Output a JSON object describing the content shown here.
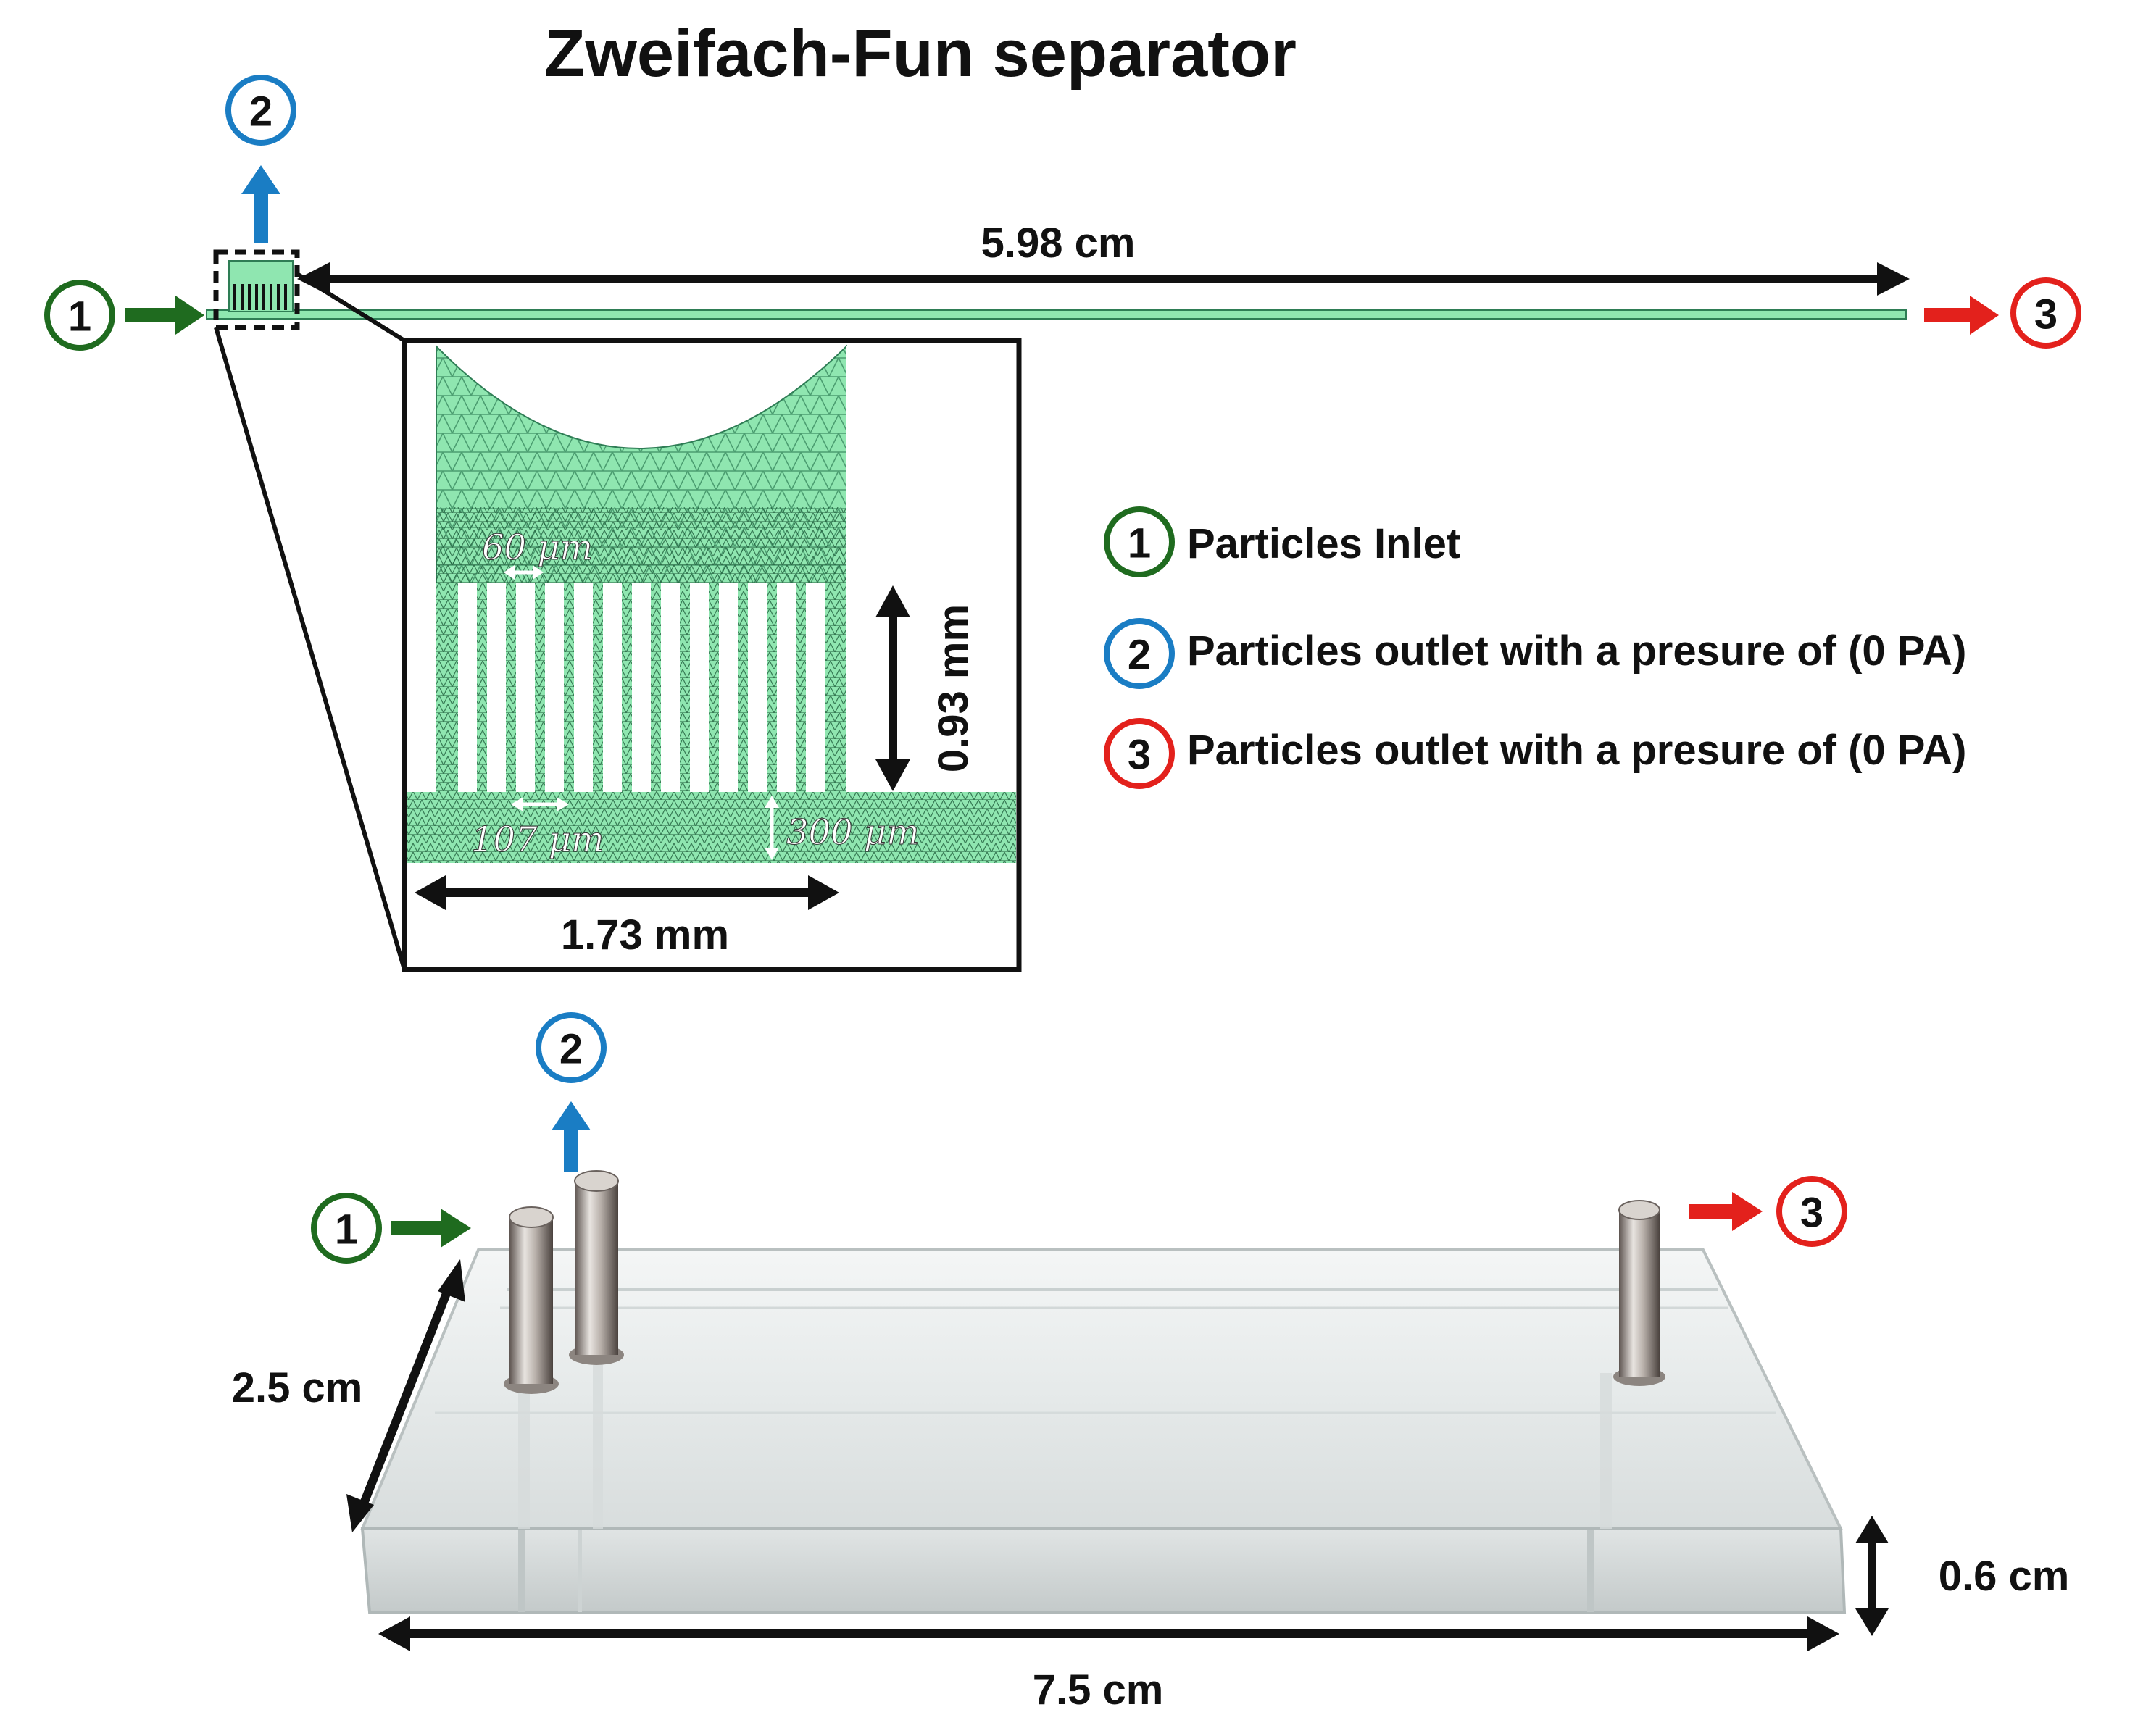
{
  "title": "Zweifach-Fun separator",
  "markers": {
    "inlet": "1",
    "outlet_side": "2",
    "outlet_main": "3"
  },
  "colors": {
    "inlet": "#1f6b1f",
    "outlet_side": "#1a7dc4",
    "outlet_main": "#e3211c",
    "channel": "#8fe6b0",
    "mesh": "#2e7d55"
  },
  "top": {
    "length_label": "5.98 cm"
  },
  "inset": {
    "gap_label": "60 μm",
    "height_label": "0.93 mm",
    "channel_width_label": "107 μm",
    "main_height_label": "300 μm",
    "width_label": "1.73 mm"
  },
  "legend": [
    {
      "marker": "1",
      "text": "Particles Inlet",
      "color": "#1f6b1f"
    },
    {
      "marker": "2",
      "text": "Particles outlet with a presure of (0  PA)",
      "color": "#1a7dc4"
    },
    {
      "marker": "3",
      "text": "Particles outlet with a presure of (0  PA)",
      "color": "#e3211c"
    }
  ],
  "device": {
    "width_label": "2.5 cm",
    "length_label": "7.5 cm",
    "thickness_label": "0.6 cm"
  }
}
